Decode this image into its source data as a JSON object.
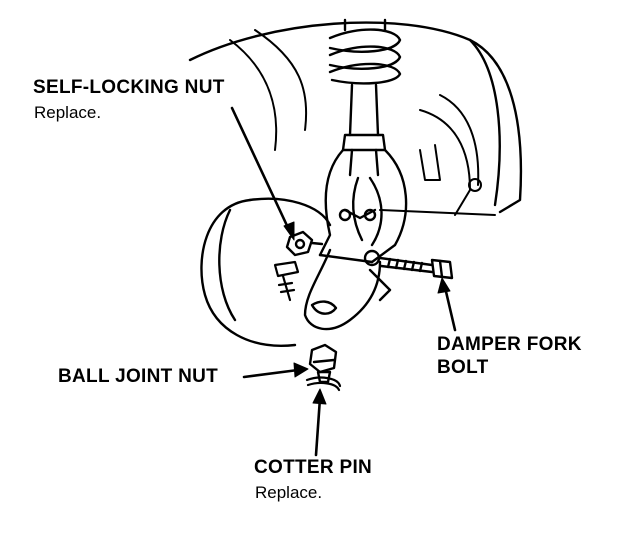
{
  "labels": {
    "self_locking_nut": {
      "title": "SELF-LOCKING NUT",
      "note": "Replace."
    },
    "damper_fork_bolt": {
      "line1": "DAMPER FORK",
      "line2": "BOLT"
    },
    "ball_joint_nut": {
      "title": "BALL JOINT NUT"
    },
    "cotter_pin": {
      "title": "COTTER PIN",
      "note": "Replace."
    }
  },
  "colors": {
    "ink": "#000000",
    "paper": "#ffffff"
  }
}
